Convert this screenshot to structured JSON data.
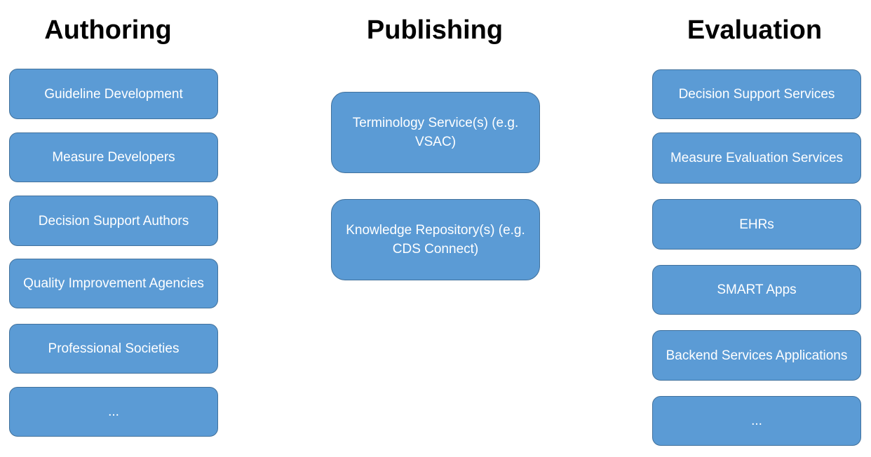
{
  "columns": [
    {
      "title": "Authoring",
      "boxes": [
        "Guideline Development",
        "Measure Developers",
        "Decision Support Authors",
        "Quality Improvement Agencies",
        "Professional Societies",
        "..."
      ]
    },
    {
      "title": "Publishing",
      "boxes": [
        "Terminology Service(s) (e.g. VSAC)",
        "Knowledge Repository(s) (e.g. CDS Connect)"
      ]
    },
    {
      "title": "Evaluation",
      "boxes": [
        "Decision Support Services",
        "Measure Evaluation Services",
        "EHRs",
        "SMART Apps",
        "Backend Services Applications",
        "..."
      ]
    }
  ],
  "colors": {
    "box_fill": "#5b9bd5",
    "box_border": "#41719c",
    "box_text": "#ffffff",
    "heading_text": "#000000"
  }
}
